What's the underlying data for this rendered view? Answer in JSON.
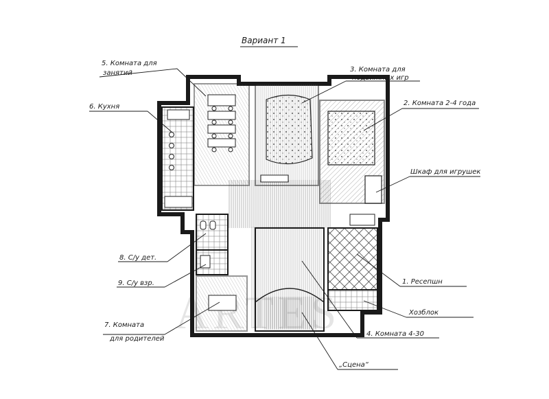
{
  "title": "Вариант 1",
  "watermark": "ARTES",
  "colors": {
    "ink": "#1a1a1a",
    "paper": "#ffffff",
    "hatch": "#555555"
  },
  "labels": {
    "room_study_l1": "5. Комната для",
    "room_study_l2": "занятий",
    "room_games_l1": "3. Комната для",
    "room_games_l2": "подвижных игр",
    "room_kids": "2. Комната 2-4 года",
    "kitchen": "6. Кухня",
    "toy_closet": "Шкаф для игрушек",
    "wc_kids": "8. С/у дет.",
    "wc_adult": "9. С/у взр.",
    "reception": "1. Ресепшн",
    "utility": "Хозблок",
    "room_parents_l1": "7. Комната",
    "room_parents_l2": "для родителей",
    "room_4_30": "4. Комната 4-30",
    "stage": "„Сцена“"
  }
}
